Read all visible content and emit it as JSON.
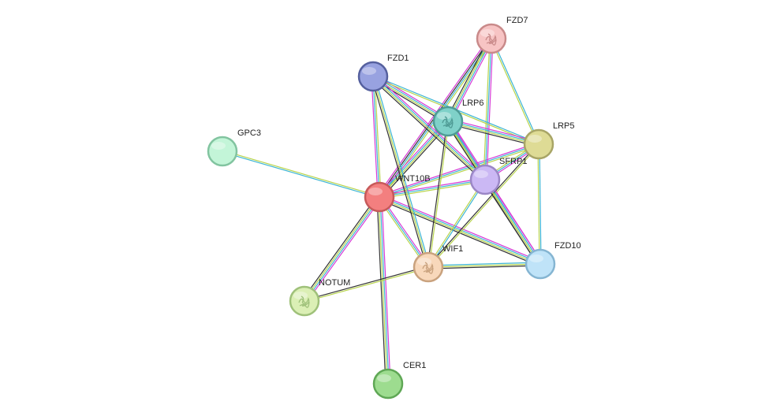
{
  "network": {
    "nodes": [
      {
        "id": "WNT10B",
        "label": "WNT10B",
        "color": "#f37f7f",
        "border": "#c65a5a"
      },
      {
        "id": "FZD7",
        "label": "FZD7",
        "color": "#f7c4c4",
        "border": "#c98a8a",
        "icon": "protein-structure"
      },
      {
        "id": "FZD1",
        "label": "FZD1",
        "color": "#98a2e0",
        "border": "#55609e"
      },
      {
        "id": "LRP6",
        "label": "LRP6",
        "color": "#7fd1c9",
        "border": "#4f9b95",
        "icon": "protein-structure"
      },
      {
        "id": "LRP5",
        "label": "LRP5",
        "color": "#dedb95",
        "border": "#a8a566"
      },
      {
        "id": "SFRP1",
        "label": "SFRP1",
        "color": "#cbb8f4",
        "border": "#9b87c6"
      },
      {
        "id": "GPC3",
        "label": "GPC3",
        "color": "#c3f5d8",
        "border": "#82c4a0"
      },
      {
        "id": "WIF1",
        "label": "WIF1",
        "color": "#f8d8bb",
        "border": "#c9a27e",
        "icon": "protein-structure"
      },
      {
        "id": "FZD10",
        "label": "FZD10",
        "color": "#bfe3f8",
        "border": "#85b5d2"
      },
      {
        "id": "NOTUM",
        "label": "NOTUM",
        "color": "#dbefb5",
        "border": "#9fc17a",
        "icon": "protein-structure"
      },
      {
        "id": "CER1",
        "label": "CER1",
        "color": "#9ddc8f",
        "border": "#5fa755"
      }
    ],
    "edges": [
      {
        "from": "WNT10B",
        "to": "GPC3",
        "types": [
          "database",
          "textmining"
        ]
      },
      {
        "from": "WNT10B",
        "to": "FZD7",
        "types": [
          "experimental",
          "coexpression",
          "database",
          "textmining"
        ]
      },
      {
        "from": "WNT10B",
        "to": "FZD1",
        "types": [
          "experimental",
          "database",
          "textmining"
        ]
      },
      {
        "from": "WNT10B",
        "to": "LRP6",
        "types": [
          "experimental",
          "database",
          "textmining",
          "coexpression"
        ]
      },
      {
        "from": "WNT10B",
        "to": "LRP5",
        "types": [
          "experimental",
          "database",
          "textmining"
        ]
      },
      {
        "from": "WNT10B",
        "to": "SFRP1",
        "types": [
          "experimental",
          "database",
          "textmining"
        ]
      },
      {
        "from": "WNT10B",
        "to": "WIF1",
        "types": [
          "experimental",
          "database",
          "textmining"
        ]
      },
      {
        "from": "WNT10B",
        "to": "FZD10",
        "types": [
          "experimental",
          "database",
          "textmining",
          "coexpression"
        ]
      },
      {
        "from": "WNT10B",
        "to": "NOTUM",
        "types": [
          "experimental",
          "database",
          "textmining",
          "coexpression"
        ]
      },
      {
        "from": "WNT10B",
        "to": "CER1",
        "types": [
          "experimental",
          "database",
          "textmining",
          "coexpression"
        ]
      },
      {
        "from": "FZD7",
        "to": "LRP6",
        "types": [
          "experimental",
          "database",
          "textmining",
          "coexpression"
        ]
      },
      {
        "from": "FZD7",
        "to": "LRP5",
        "types": [
          "database",
          "textmining"
        ]
      },
      {
        "from": "FZD7",
        "to": "SFRP1",
        "types": [
          "experimental",
          "database",
          "textmining"
        ]
      },
      {
        "from": "FZD1",
        "to": "LRP6",
        "types": [
          "experimental",
          "database",
          "textmining",
          "coexpression"
        ]
      },
      {
        "from": "FZD1",
        "to": "LRP5",
        "types": [
          "database",
          "textmining"
        ]
      },
      {
        "from": "FZD1",
        "to": "SFRP1",
        "types": [
          "experimental",
          "database",
          "textmining",
          "coexpression"
        ]
      },
      {
        "from": "FZD1",
        "to": "WIF1",
        "types": [
          "database",
          "textmining",
          "coexpression"
        ]
      },
      {
        "from": "LRP6",
        "to": "LRP5",
        "types": [
          "experimental",
          "database",
          "textmining",
          "coexpression"
        ]
      },
      {
        "from": "LRP6",
        "to": "SFRP1",
        "types": [
          "experimental",
          "database",
          "textmining"
        ]
      },
      {
        "from": "LRP6",
        "to": "FZD10",
        "types": [
          "experimental",
          "database",
          "textmining",
          "coexpression"
        ]
      },
      {
        "from": "LRP6",
        "to": "WIF1",
        "types": [
          "textmining",
          "coexpression"
        ]
      },
      {
        "from": "LRP5",
        "to": "SFRP1",
        "types": [
          "experimental",
          "database",
          "textmining"
        ]
      },
      {
        "from": "LRP5",
        "to": "FZD10",
        "types": [
          "database",
          "textmining"
        ]
      },
      {
        "from": "LRP5",
        "to": "WIF1",
        "types": [
          "textmining",
          "coexpression"
        ]
      },
      {
        "from": "SFRP1",
        "to": "WIF1",
        "types": [
          "database",
          "textmining"
        ]
      },
      {
        "from": "SFRP1",
        "to": "FZD10",
        "types": [
          "experimental",
          "database",
          "textmining",
          "coexpression"
        ]
      },
      {
        "from": "WIF1",
        "to": "FZD10",
        "types": [
          "database",
          "textmining",
          "coexpression"
        ]
      },
      {
        "from": "WIF1",
        "to": "NOTUM",
        "types": [
          "textmining",
          "coexpression"
        ]
      }
    ],
    "edge_colors": {
      "experimental": "#d63ad6",
      "database": "#3db5d4",
      "textmining": "#b8d44c",
      "coexpression": "#333333"
    }
  }
}
